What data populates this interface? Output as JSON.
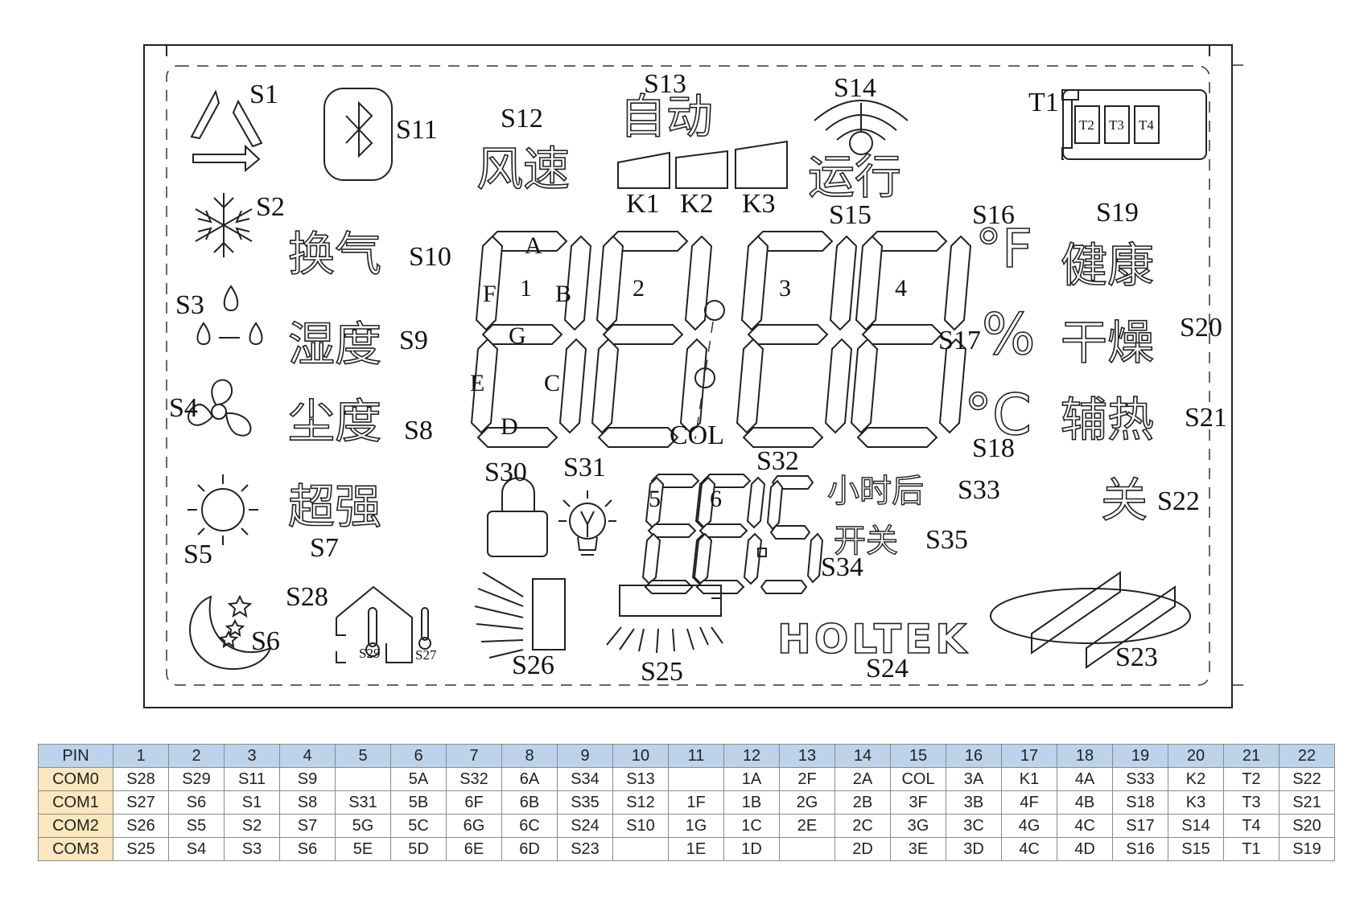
{
  "diagram": {
    "icon_labels": {
      "s1": "S1",
      "s2": "S2",
      "s3": "S3",
      "s4": "S4",
      "s5": "S5",
      "s6": "S6",
      "s7": "S7",
      "s8": "S8",
      "s9": "S9",
      "s10": "S10",
      "s11": "S11",
      "s12": "S12",
      "s13": "S13",
      "s14": "S14",
      "s15": "S15",
      "s16": "S16",
      "s17": "S17",
      "s18": "S18",
      "s19": "S19",
      "s20": "S20",
      "s21": "S21",
      "s22": "S22",
      "s23": "S23",
      "s24": "S24",
      "s25": "S25",
      "s26": "S26",
      "s27": "S27",
      "s28": "S28",
      "s29": "S29",
      "s30": "S30",
      "s31": "S31",
      "s32": "S32",
      "s33": "S33",
      "s34": "S34",
      "s35": "S35",
      "t1": "T1",
      "t2": "T2",
      "t3": "T3",
      "t4": "T4",
      "k1": "K1",
      "k2": "K2",
      "k3": "K3",
      "col": "COL"
    },
    "segment_letters": {
      "a": "A",
      "b": "B",
      "c": "C",
      "d": "D",
      "e": "E",
      "f": "F",
      "g": "G"
    },
    "digit_numbers": {
      "d1": "1",
      "d2": "2",
      "d3": "3",
      "d4": "4",
      "d5": "5",
      "d6": "6"
    },
    "chinese_labels": {
      "fengsu": "风速",
      "zidong": "自动",
      "yunxing": "运行",
      "huanqi": "换气",
      "shidu": "湿度",
      "chendu": "尘度",
      "chaoqiang": "超强",
      "jiankang": "健康",
      "ganzao": "干燥",
      "fure": "辅热",
      "guan": "关",
      "xiaoshihou": "小时后",
      "kaiguan": "开关"
    },
    "unit_symbols": {
      "fahrenheit": "°F",
      "percent": "%",
      "celsius": "°C"
    },
    "brand": "HOLTEK"
  },
  "pin_table": {
    "header_label": "PIN",
    "pins": [
      "1",
      "2",
      "3",
      "4",
      "5",
      "6",
      "7",
      "8",
      "9",
      "10",
      "11",
      "12",
      "13",
      "14",
      "15",
      "16",
      "17",
      "18",
      "19",
      "20",
      "21",
      "22"
    ],
    "rows": [
      {
        "com": "COM0",
        "cells": [
          "S28",
          "S29",
          "S11",
          "S9",
          "",
          "5A",
          "S32",
          "6A",
          "S34",
          "S13",
          "",
          "1A",
          "2F",
          "2A",
          "COL",
          "3A",
          "K1",
          "4A",
          "S33",
          "K2",
          "T2",
          "S22"
        ]
      },
      {
        "com": "COM1",
        "cells": [
          "S27",
          "S6",
          "S1",
          "S8",
          "S31",
          "5B",
          "6F",
          "6B",
          "S35",
          "S12",
          "1F",
          "1B",
          "2G",
          "2B",
          "3F",
          "3B",
          "4F",
          "4B",
          "S18",
          "K3",
          "T3",
          "S21"
        ]
      },
      {
        "com": "COM2",
        "cells": [
          "S26",
          "S5",
          "S2",
          "S7",
          "5G",
          "5C",
          "6G",
          "6C",
          "S24",
          "S10",
          "1G",
          "1C",
          "2E",
          "2C",
          "3G",
          "3C",
          "4G",
          "4C",
          "S17",
          "S14",
          "T4",
          "S20"
        ]
      },
      {
        "com": "COM3",
        "cells": [
          "S25",
          "S4",
          "S3",
          "S6",
          "5E",
          "5D",
          "6E",
          "6D",
          "S23",
          "",
          "1E",
          "1D",
          "",
          "2D",
          "3E",
          "3D",
          "4C",
          "4D",
          "S16",
          "S15",
          "T1",
          "S19"
        ]
      }
    ]
  }
}
